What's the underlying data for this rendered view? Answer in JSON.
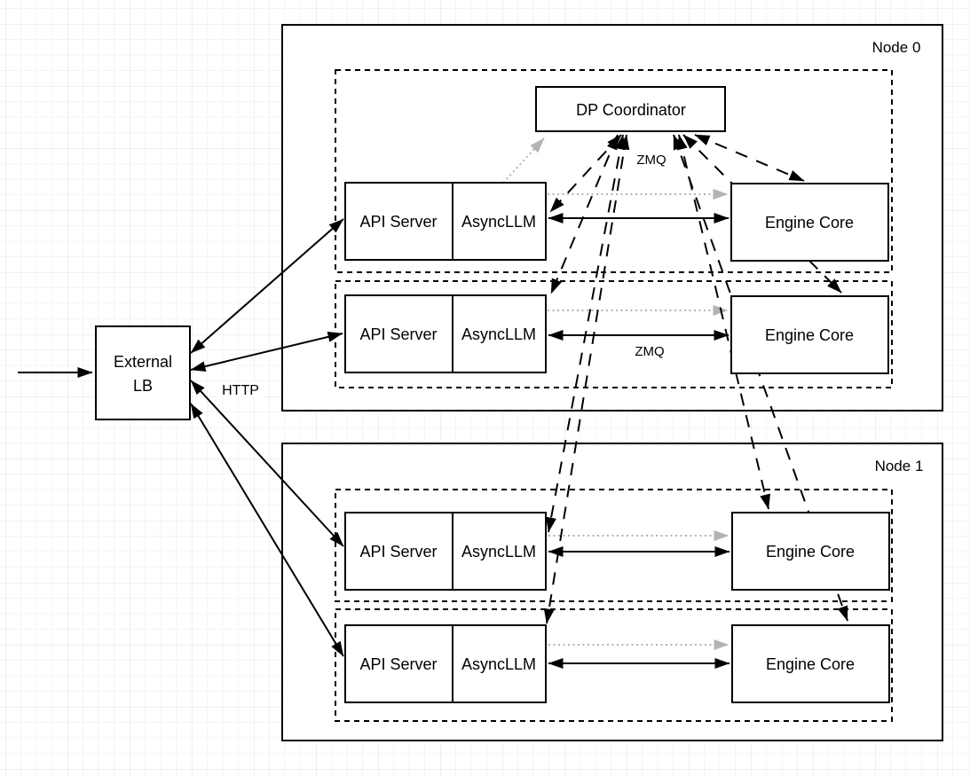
{
  "diagram": {
    "title_hint": "data parallel deployment diagram",
    "external_lb": {
      "line1": "External",
      "line2": "LB"
    },
    "node0": {
      "label": "Node 0"
    },
    "node1": {
      "label": "Node 1"
    },
    "coordinator": {
      "label": "DP Coordinator"
    },
    "component_labels": {
      "api_server": "API Server",
      "asyncllm": "AsyncLLM",
      "engine_core": "Engine Core"
    },
    "edge_labels": {
      "http": "HTTP",
      "zmq_coordinator": "ZMQ",
      "zmq_engine": "ZMQ"
    },
    "colors": {
      "stroke": "#000000",
      "box_fill": "#ffffff",
      "dotted_link": "#b3b3b3",
      "grid_minor": "#f4f4f4",
      "grid_major": "#e0e0e0",
      "background": "#ffffff"
    }
  }
}
